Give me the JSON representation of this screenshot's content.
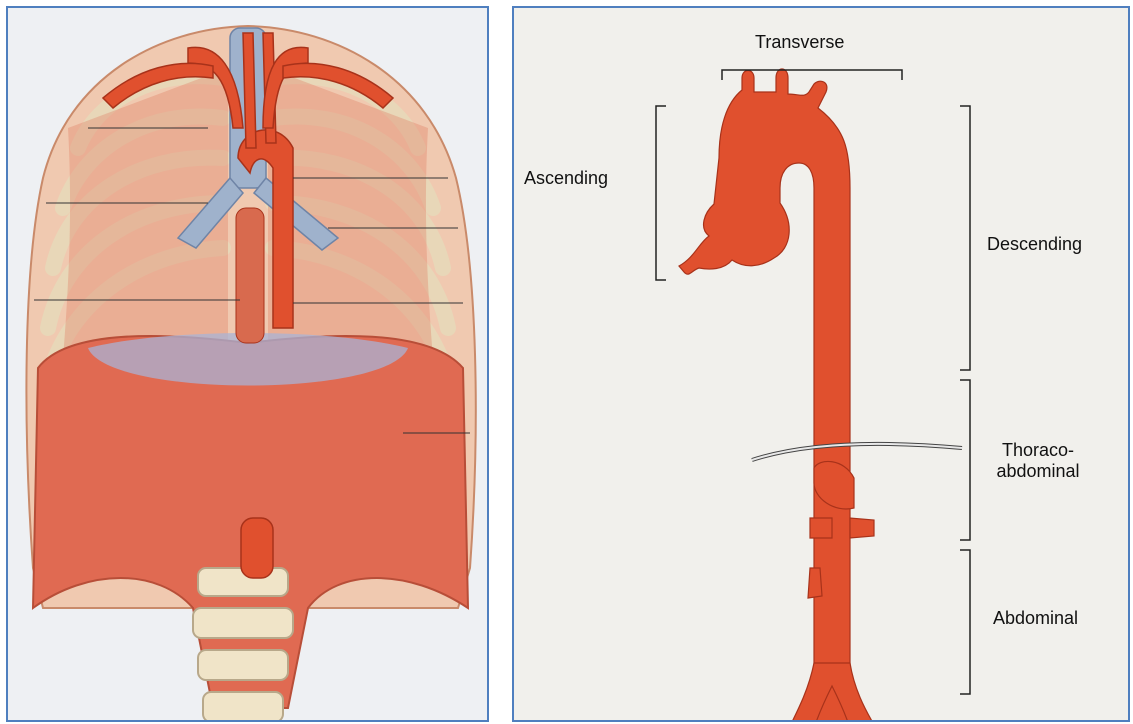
{
  "figure_left": {
    "description_icon": "thoracic-anatomy-illustration"
  },
  "figure_right": {
    "labels": {
      "transverse": "Transverse",
      "ascending": "Ascending",
      "descending": "Descending",
      "thoraco_line1": "Thoraco-",
      "thoraco_line2": "abdominal",
      "abdominal": "Abdominal"
    }
  },
  "colors": {
    "aorta": "#e0502e",
    "border": "#4f7fbf",
    "muscle": "#e07a62",
    "rib": "#e8d7b8",
    "vertebra": "#f0e4c8",
    "trachea": "#9fb2cc"
  }
}
